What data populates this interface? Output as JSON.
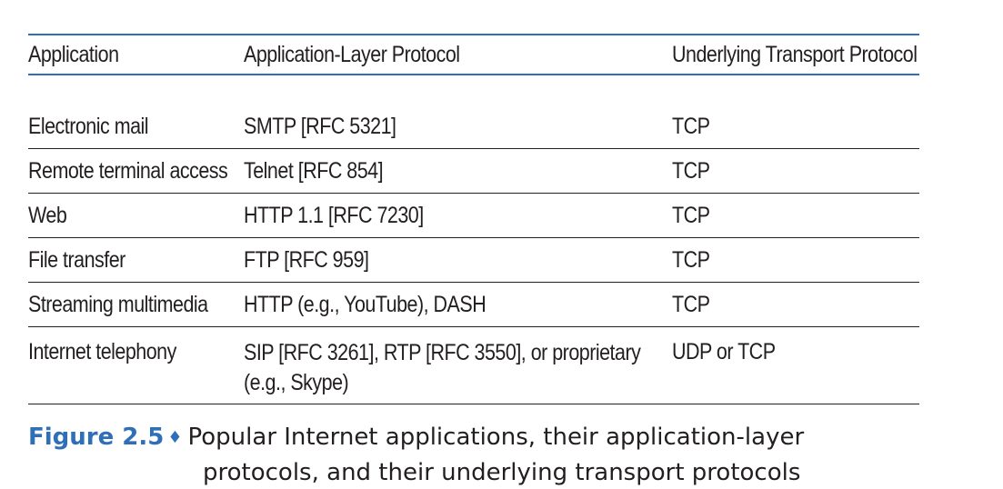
{
  "table": {
    "headers": [
      "Application",
      "Application-Layer Protocol",
      "Underlying Transport Protocol"
    ],
    "rows": [
      {
        "application": "Electronic mail",
        "protocol": "SMTP [RFC 5321]",
        "transport": "TCP"
      },
      {
        "application": "Remote terminal access",
        "protocol": "Telnet [RFC 854]",
        "transport": "TCP"
      },
      {
        "application": "Web",
        "protocol": "HTTP 1.1 [RFC 7230]",
        "transport": "TCP"
      },
      {
        "application": "File transfer",
        "protocol": "FTP [RFC 959]",
        "transport": "TCP"
      },
      {
        "application": "Streaming multimedia",
        "protocol": "HTTP (e.g., YouTube), DASH",
        "transport": "TCP"
      },
      {
        "application": "Internet telephony",
        "protocol": "SIP [RFC 3261], RTP [RFC 3550], or proprietary (e.g., Skype)",
        "transport": "UDP or TCP"
      }
    ]
  },
  "caption": {
    "label": "Figure 2.5",
    "symbol": "♦",
    "text_line1": "Popular Internet applications, their application-layer",
    "text_line2": "protocols, and their underlying transport protocols"
  },
  "colors": {
    "accent": "#2e6fb7",
    "text": "#231f20"
  }
}
